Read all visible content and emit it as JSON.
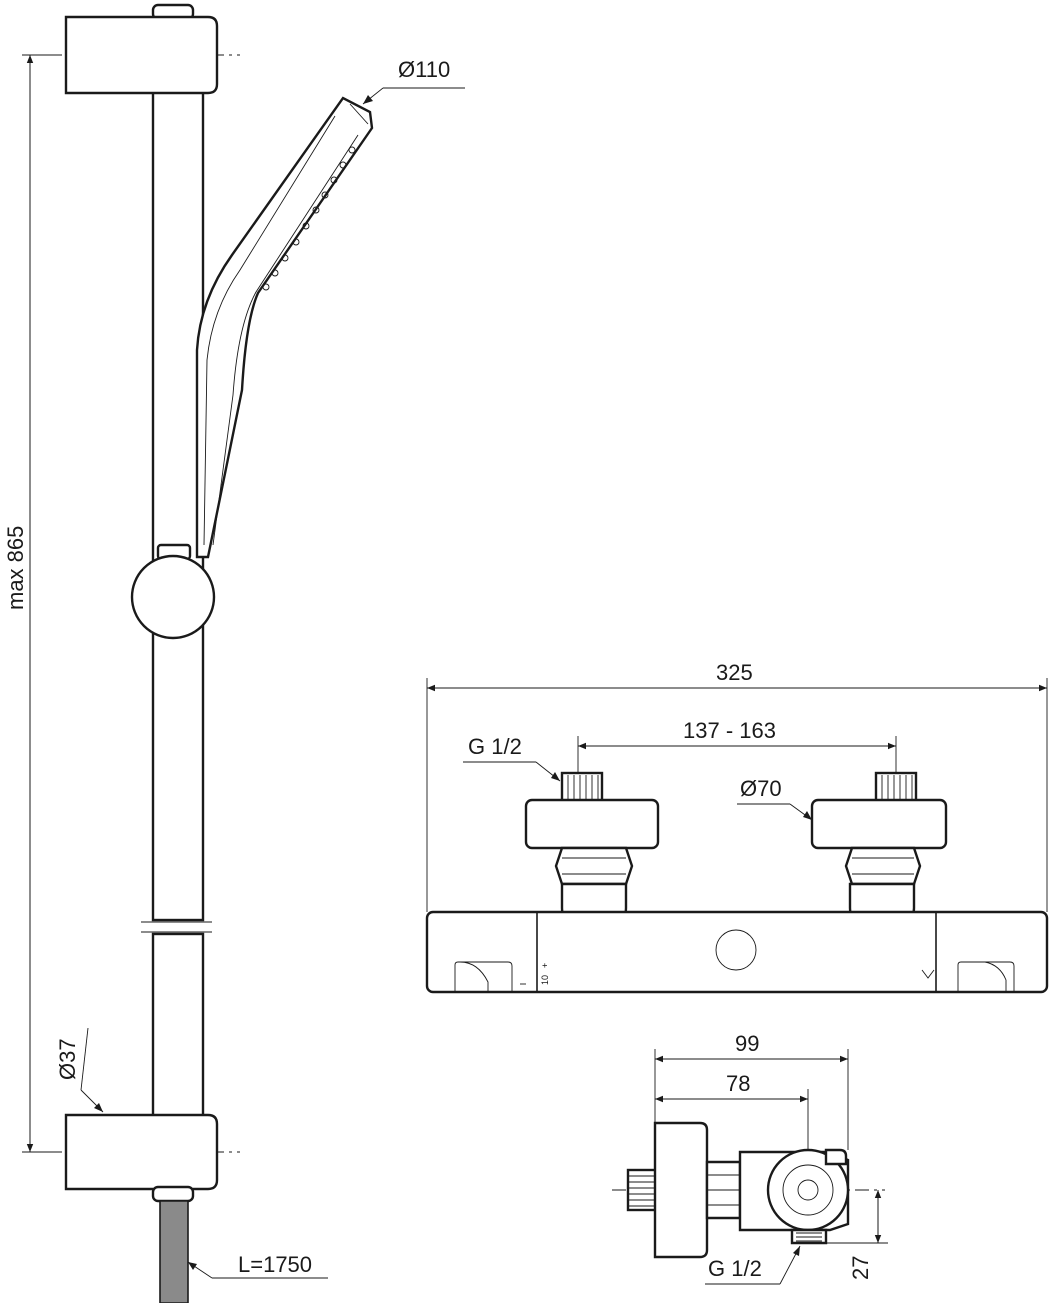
{
  "shower_set": {
    "height_label": "max 865",
    "head_diameter_label": "Ø110",
    "rail_diameter_label": "Ø37",
    "hose_length_label": "L=1750"
  },
  "mixer_front": {
    "overall_width_label": "325",
    "centres_label": "137 - 163",
    "thread_label": "G 1/2",
    "eccentric_diameter_label": "Ø70",
    "scale_marks": "10",
    "scale_plus": "+"
  },
  "mixer_side": {
    "depth_label": "99",
    "wall_to_outlet_label": "78",
    "outlet_thread_label": "G 1/2",
    "outlet_height_label": "27"
  }
}
